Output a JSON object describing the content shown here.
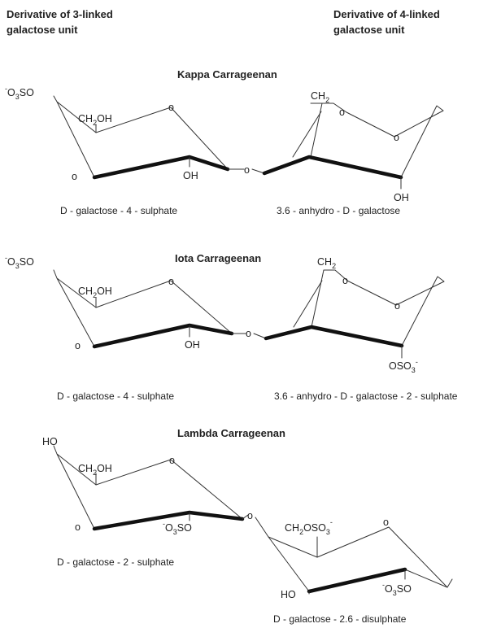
{
  "headers": {
    "left_line1": "Derivative of 3-linked",
    "left_line2": "galactose unit",
    "right_line1": "Derivative of 4-linked",
    "right_line2": "galactose unit"
  },
  "kappa": {
    "title": "Kappa Carrageenan",
    "left_name": "D - galactose - 4 - sulphate",
    "right_name": "3.6 - anhydro - D - galactose"
  },
  "iota": {
    "title": "Iota Carrageenan",
    "left_name": "D - galactose - 4 - sulphate",
    "right_name": "3.6 - anhydro - D - galactose - 2 - sulphate"
  },
  "lambda": {
    "title": "Lambda Carrageenan",
    "left_name": "D - galactose - 2 - sulphate",
    "right_name": "D - galactose - 2.6 - disulphate"
  },
  "groups": {
    "o": "o",
    "oh": "OH",
    "ho": "HO",
    "ch2": "CH",
    "ch2oh_a": "CH",
    "ch2oh_b": "OH",
    "sub2": "2",
    "sub3": "3",
    "minus": "-",
    "o3so_a": "O",
    "o3so_b": "SO",
    "oso3": "OSO",
    "o3so_rev_a": "O",
    "o3so_rev_b": "SO",
    "ch2oso3_a": "CH",
    "ch2oso3_b": "OSO"
  }
}
